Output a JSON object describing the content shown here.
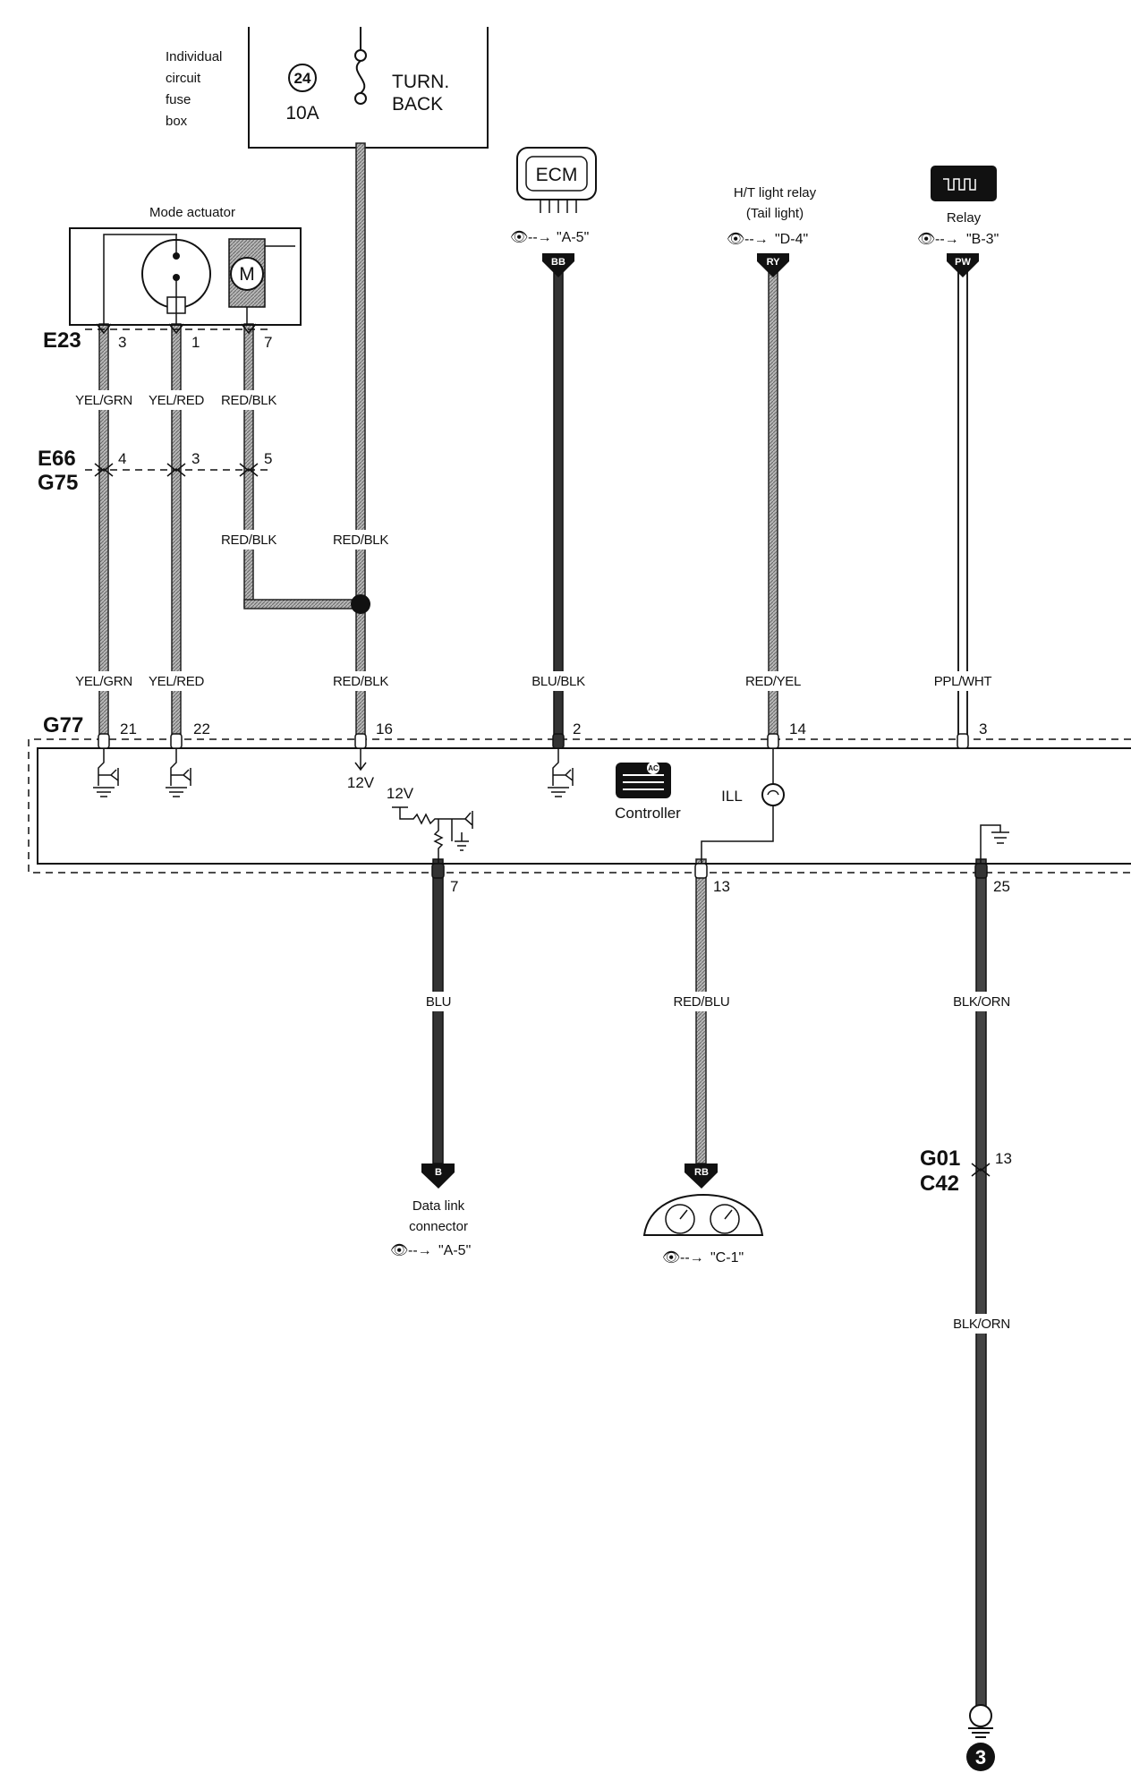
{
  "fuse_box": {
    "label_lines": [
      "Individual",
      "circuit",
      "fuse",
      "box"
    ],
    "fuse_number": "24",
    "fuse_rating": "10A",
    "circuit_lines": [
      "TURN.",
      "BACK"
    ]
  },
  "mode_actuator": {
    "title": "Mode actuator",
    "motor_symbol": "M",
    "connector": "E23",
    "pins": [
      "3",
      "1",
      "7"
    ]
  },
  "inline_connector": {
    "names": [
      "E66",
      "G75"
    ],
    "pins": [
      "4",
      "3",
      "5"
    ]
  },
  "wire_colors": {
    "yel_grn": "YEL/GRN",
    "yel_red": "YEL/RED",
    "red_blk": "RED/BLK",
    "blu_blk": "BLU/BLK",
    "red_yel": "RED/YEL",
    "ppl_wht": "PPL/WHT",
    "blu": "BLU",
    "red_blu": "RED/BLU",
    "blk_orn": "BLK/ORN"
  },
  "ecm": {
    "label": "ECM",
    "ref": "\"A-5\"",
    "badge": "BB"
  },
  "ht_light_relay": {
    "label_lines": [
      "H/T light relay",
      "(Tail light)"
    ],
    "ref": "\"D-4\"",
    "badge": "RY"
  },
  "relay": {
    "label": "Relay",
    "ref": "\"B-3\"",
    "badge": "PW"
  },
  "controller": {
    "connector": "G77",
    "top_pins": [
      "21",
      "22",
      "16",
      "2",
      "14",
      "3"
    ],
    "bottom_pins": [
      "7",
      "13",
      "25"
    ],
    "label": "Controller",
    "icon_text": "AC",
    "supply_label": "12V",
    "internal_supply_label": "12V",
    "ill_label": "ILL"
  },
  "data_link": {
    "label_lines": [
      "Data link",
      "connector"
    ],
    "ref": "\"A-5\"",
    "badge": "B"
  },
  "cluster": {
    "ref": "\"C-1\"",
    "badge": "RB"
  },
  "ground_connector": {
    "names": [
      "G01",
      "C42"
    ],
    "pin": "13",
    "ground_number": "3"
  }
}
